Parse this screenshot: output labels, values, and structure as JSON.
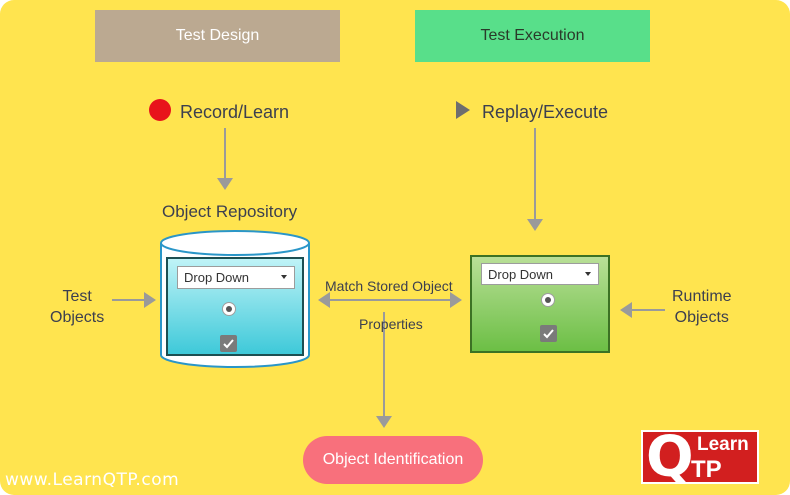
{
  "header": {
    "test_design": "Test Design",
    "test_execution": "Test Execution"
  },
  "record": {
    "label": "Record/Learn"
  },
  "replay": {
    "label": "Replay/Execute"
  },
  "repository": {
    "title": "Object Repository",
    "dropdown_value": "Drop Down"
  },
  "application": {
    "dropdown_value": "Drop Down"
  },
  "test_objects": {
    "line1": "Test",
    "line2": "Objects"
  },
  "runtime_objects": {
    "line1": "Runtime",
    "line2": "Objects"
  },
  "match": {
    "line1": "Match Stored Object",
    "line2": "Properties"
  },
  "identification": {
    "label": "Object Identification"
  },
  "footer": {
    "url": "www.LearnQTP.com"
  },
  "logo": {
    "letter": "Q",
    "line1": "Learn",
    "line2": "TP"
  },
  "colors": {
    "background": "#ffe44f",
    "design_box": "#bba991",
    "execution_box": "#58df8a",
    "record_dot": "#e8131b",
    "identification_pill": "#f8707c",
    "repository_fill": "#3ec9d9",
    "application_fill": "#6cbf45",
    "logo_red": "#d21f1f",
    "arrow": "#9a9a9a"
  },
  "icons": {
    "record": "record-dot-icon",
    "replay": "play-triangle-icon",
    "radio": "radio-selected-icon",
    "checkbox": "checkbox-checked-icon",
    "dropdown": "caret-down-icon"
  }
}
